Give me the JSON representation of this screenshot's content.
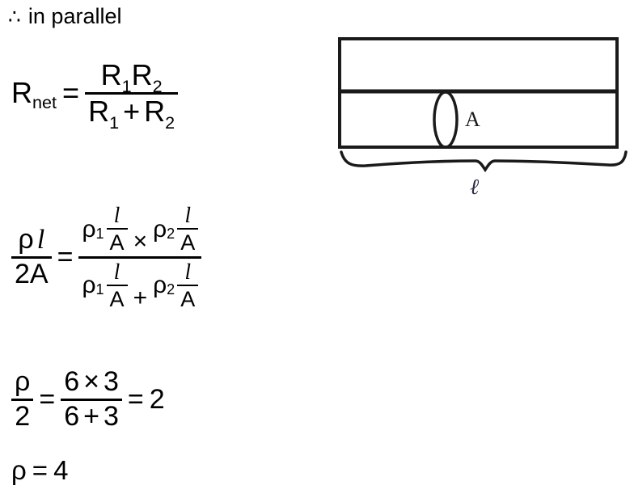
{
  "document": {
    "type": "physics-worksheet",
    "topic": "resistors in parallel / resistivity"
  },
  "statement": {
    "symbol": "∴",
    "symbol_name": "therefore-symbol",
    "text": "in parallel"
  },
  "equations": {
    "rnet": {
      "lhs_base": "R",
      "lhs_sub": "net",
      "relation": "=",
      "numerator": {
        "first_base": "R",
        "first_sub": "1",
        "second_base": "R",
        "second_sub": "2"
      },
      "denominator": {
        "first_base": "R",
        "first_sub": "1",
        "operator": "+",
        "second_base": "R",
        "second_sub": "2"
      }
    },
    "rho_main": {
      "lhs": {
        "numerator_rho": "ρ",
        "numerator_l": "l",
        "denominator": "2A"
      },
      "relation": "=",
      "rhs": {
        "numerator": {
          "term1_rho": "ρ",
          "term1_sub": "1",
          "term1_frac_num": "l",
          "term1_frac_den": "A",
          "operator": "×",
          "term2_rho": "ρ",
          "term2_sub": "2",
          "term2_frac_num": "l",
          "term2_frac_den": "A"
        },
        "denominator": {
          "term1_rho": "ρ",
          "term1_sub": "1",
          "term1_frac_num": "l",
          "term1_frac_den": "A",
          "operator": "+",
          "term2_rho": "ρ",
          "term2_sub": "2",
          "term2_frac_num": "l",
          "term2_frac_den": "A"
        }
      }
    },
    "rho_numeric": {
      "lhs_num": "ρ",
      "lhs_den": "2",
      "relation1": "=",
      "rhs_num_first": "6",
      "rhs_num_op": "×",
      "rhs_num_second": "3",
      "rhs_den_first": "6",
      "rhs_den_op": "+",
      "rhs_den_second": "3",
      "relation2": "=",
      "result": "2"
    },
    "rho_final": {
      "symbol": "ρ",
      "relation": "=",
      "value": "4"
    }
  },
  "diagram": {
    "name": "conductor-cross-section",
    "area_label": "A",
    "length_label": "ℓ",
    "stroke_color": "#1a1a1a",
    "area_label_color": "#1a1a1a",
    "length_label_color": "#2b2b40"
  }
}
